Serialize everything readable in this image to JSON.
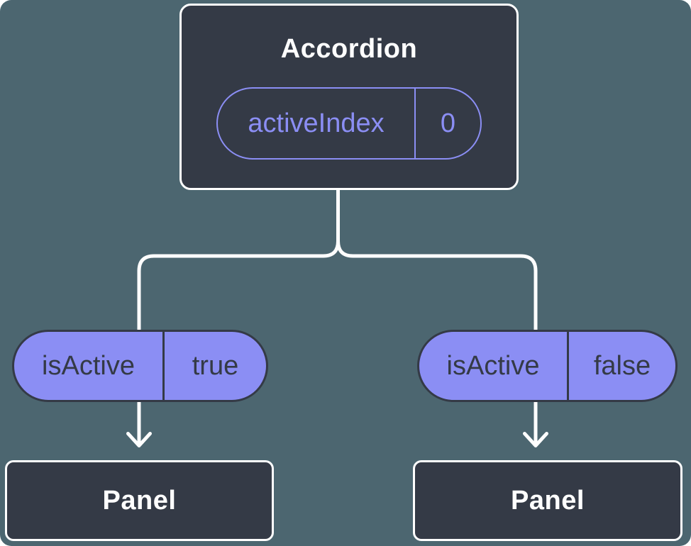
{
  "colors": {
    "background": "#4C6670",
    "node_fill": "#343A46",
    "node_border": "#FFFFFF",
    "accent_purple": "#8B8EF4",
    "pill_fill": "#8B8EF4",
    "pill_text_dark": "#343A46",
    "connector": "#FFFFFF",
    "title_text": "#FFFFFF"
  },
  "tree": {
    "root": {
      "title": "Accordion",
      "prop": {
        "name": "activeIndex",
        "value": "0"
      }
    },
    "children": [
      {
        "prop": {
          "name": "isActive",
          "value": "true"
        },
        "node": {
          "title": "Panel"
        }
      },
      {
        "prop": {
          "name": "isActive",
          "value": "false"
        },
        "node": {
          "title": "Panel"
        }
      }
    ]
  }
}
